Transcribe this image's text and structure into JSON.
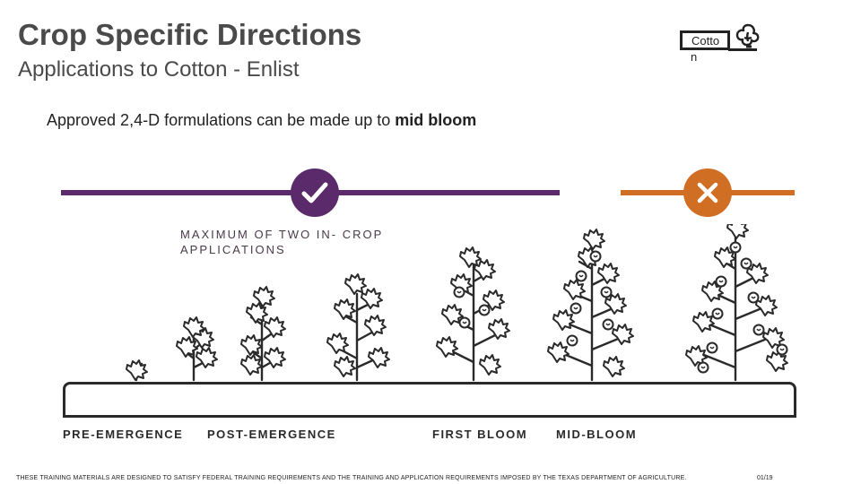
{
  "header": {
    "title": "Crop Specific Directions",
    "subtitle": "Applications to Cotton - Enlist"
  },
  "crop_badge": {
    "text": "Cotto",
    "overflow": "n",
    "icon": "cotton-boll-icon"
  },
  "approved_line": {
    "text": "Approved 2,4-D formulations can be made up to ",
    "emphasis": "mid bloom"
  },
  "timeline": {
    "allowed_icon": "check-icon",
    "not_allowed_icon": "x-icon",
    "allowed_color": "#5b2a6b",
    "not_allowed_color": "#d06e24",
    "note_line1": "MAXIMUM OF TWO IN- CROP",
    "note_line2": "APPLICATIONS"
  },
  "stages": [
    "PRE-EMERGENCE",
    "POST-EMERGENCE",
    "FIRST BLOOM",
    "MID-BLOOM"
  ],
  "footer": {
    "disclaimer": "THESE TRAINING MATERIALS ARE DESIGNED TO SATISFY FEDERAL TRAINING REQUIREMENTS AND THE TRAINING AND APPLICATION REQUIREMENTS IMPOSED BY THE TEXAS DEPARTMENT OF AGRICULTURE.",
    "page": "01/19"
  }
}
